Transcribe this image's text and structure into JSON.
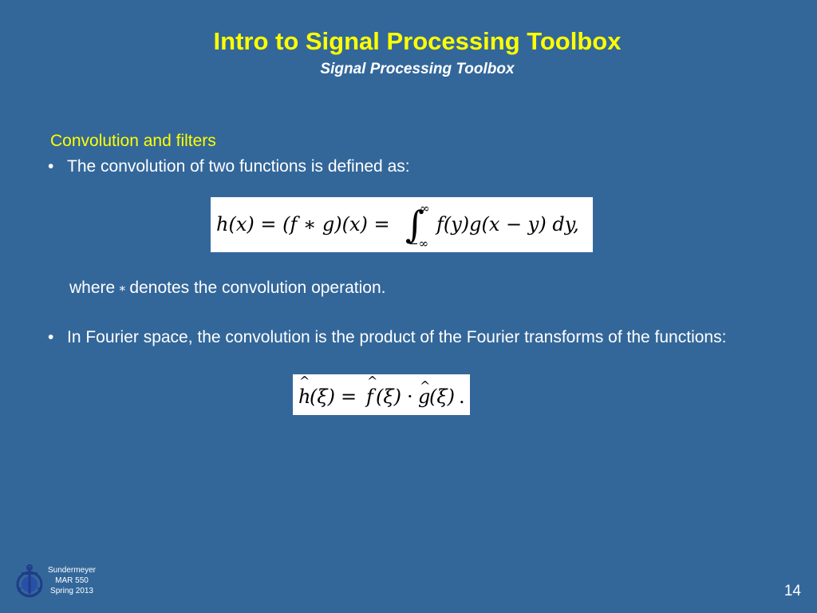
{
  "slide": {
    "title": "Intro to Signal Processing Toolbox",
    "subtitle": "Signal Processing Toolbox",
    "section_heading": "Convolution and filters",
    "bullets": [
      {
        "marker": "•",
        "text": "The convolution of two functions is defined as:"
      },
      {
        "marker": "•",
        "text": "In Fourier space, the convolution is the product of the Fourier transforms of the functions:"
      }
    ],
    "where_line": {
      "before": "where",
      "symbol": "∗",
      "after": "denotes the convolution operation."
    },
    "equations": {
      "convolution": {
        "lhs": "h(x) = (f ∗ g)(x) =",
        "integral_sign": "∫",
        "upper_limit": "∞",
        "lower_limit": "−∞",
        "integrand": "f(y)g(x − y) dy,"
      },
      "fourier_product": {
        "h_base": "h",
        "f_base": "f",
        "g_base": "g",
        "hat": "^",
        "xi_arg": "(ξ)",
        "equals": "=",
        "cdot": "·",
        "end": "."
      }
    }
  },
  "footer": {
    "lines": [
      "Sundermeyer",
      "MAR 550",
      "Spring 2013"
    ],
    "logo_icon": "anchor-seal-icon",
    "page_number": "14"
  },
  "colors": {
    "background": "#33679a",
    "title": "#ffff00",
    "text": "#ffffff",
    "equation_background": "#ffffff",
    "logo": "#1f3d8a"
  }
}
